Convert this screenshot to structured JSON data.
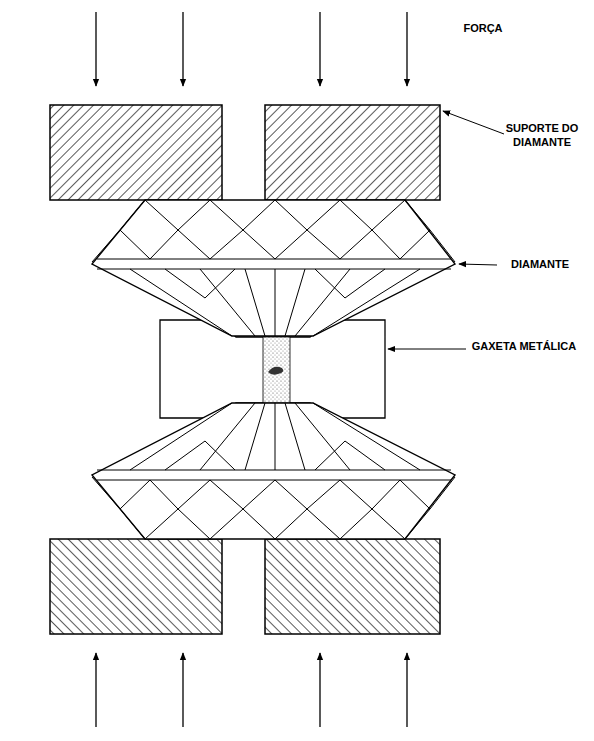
{
  "diagram": {
    "labels": [
      "FORÇA",
      "SUPORTE DO DIAMANTE",
      "DIAMANTE",
      "GAXETA METÁLICA"
    ]
  }
}
